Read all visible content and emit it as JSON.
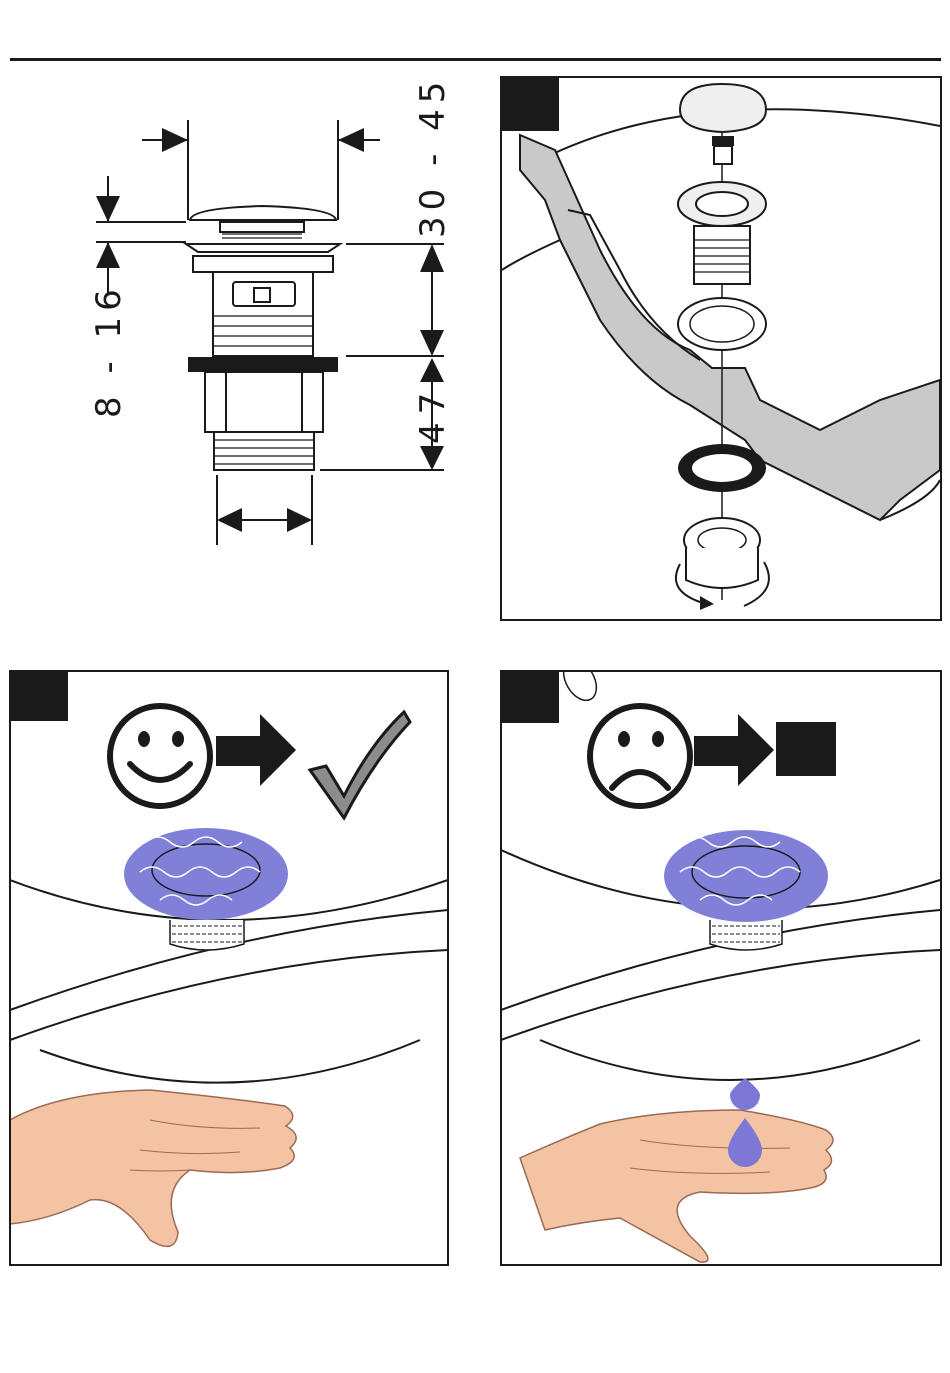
{
  "dimensions": {
    "cap_height": "8 - 16",
    "max_thickness": "30 - 45",
    "thread_length": "47"
  },
  "colors": {
    "line": "#1a1a1a",
    "water_blue": "#8080d8",
    "drop_blue": "#7d78d6",
    "sink_gray": "#c9c9c9",
    "skin": "#f4c3a3",
    "skin_line": "#9a6a55",
    "check_gray": "#8c8c8c"
  },
  "icons": {
    "happy": "smiley-face-icon",
    "sad": "sad-face-icon",
    "ok": "checkmark-icon",
    "fail": "black-square-icon"
  }
}
